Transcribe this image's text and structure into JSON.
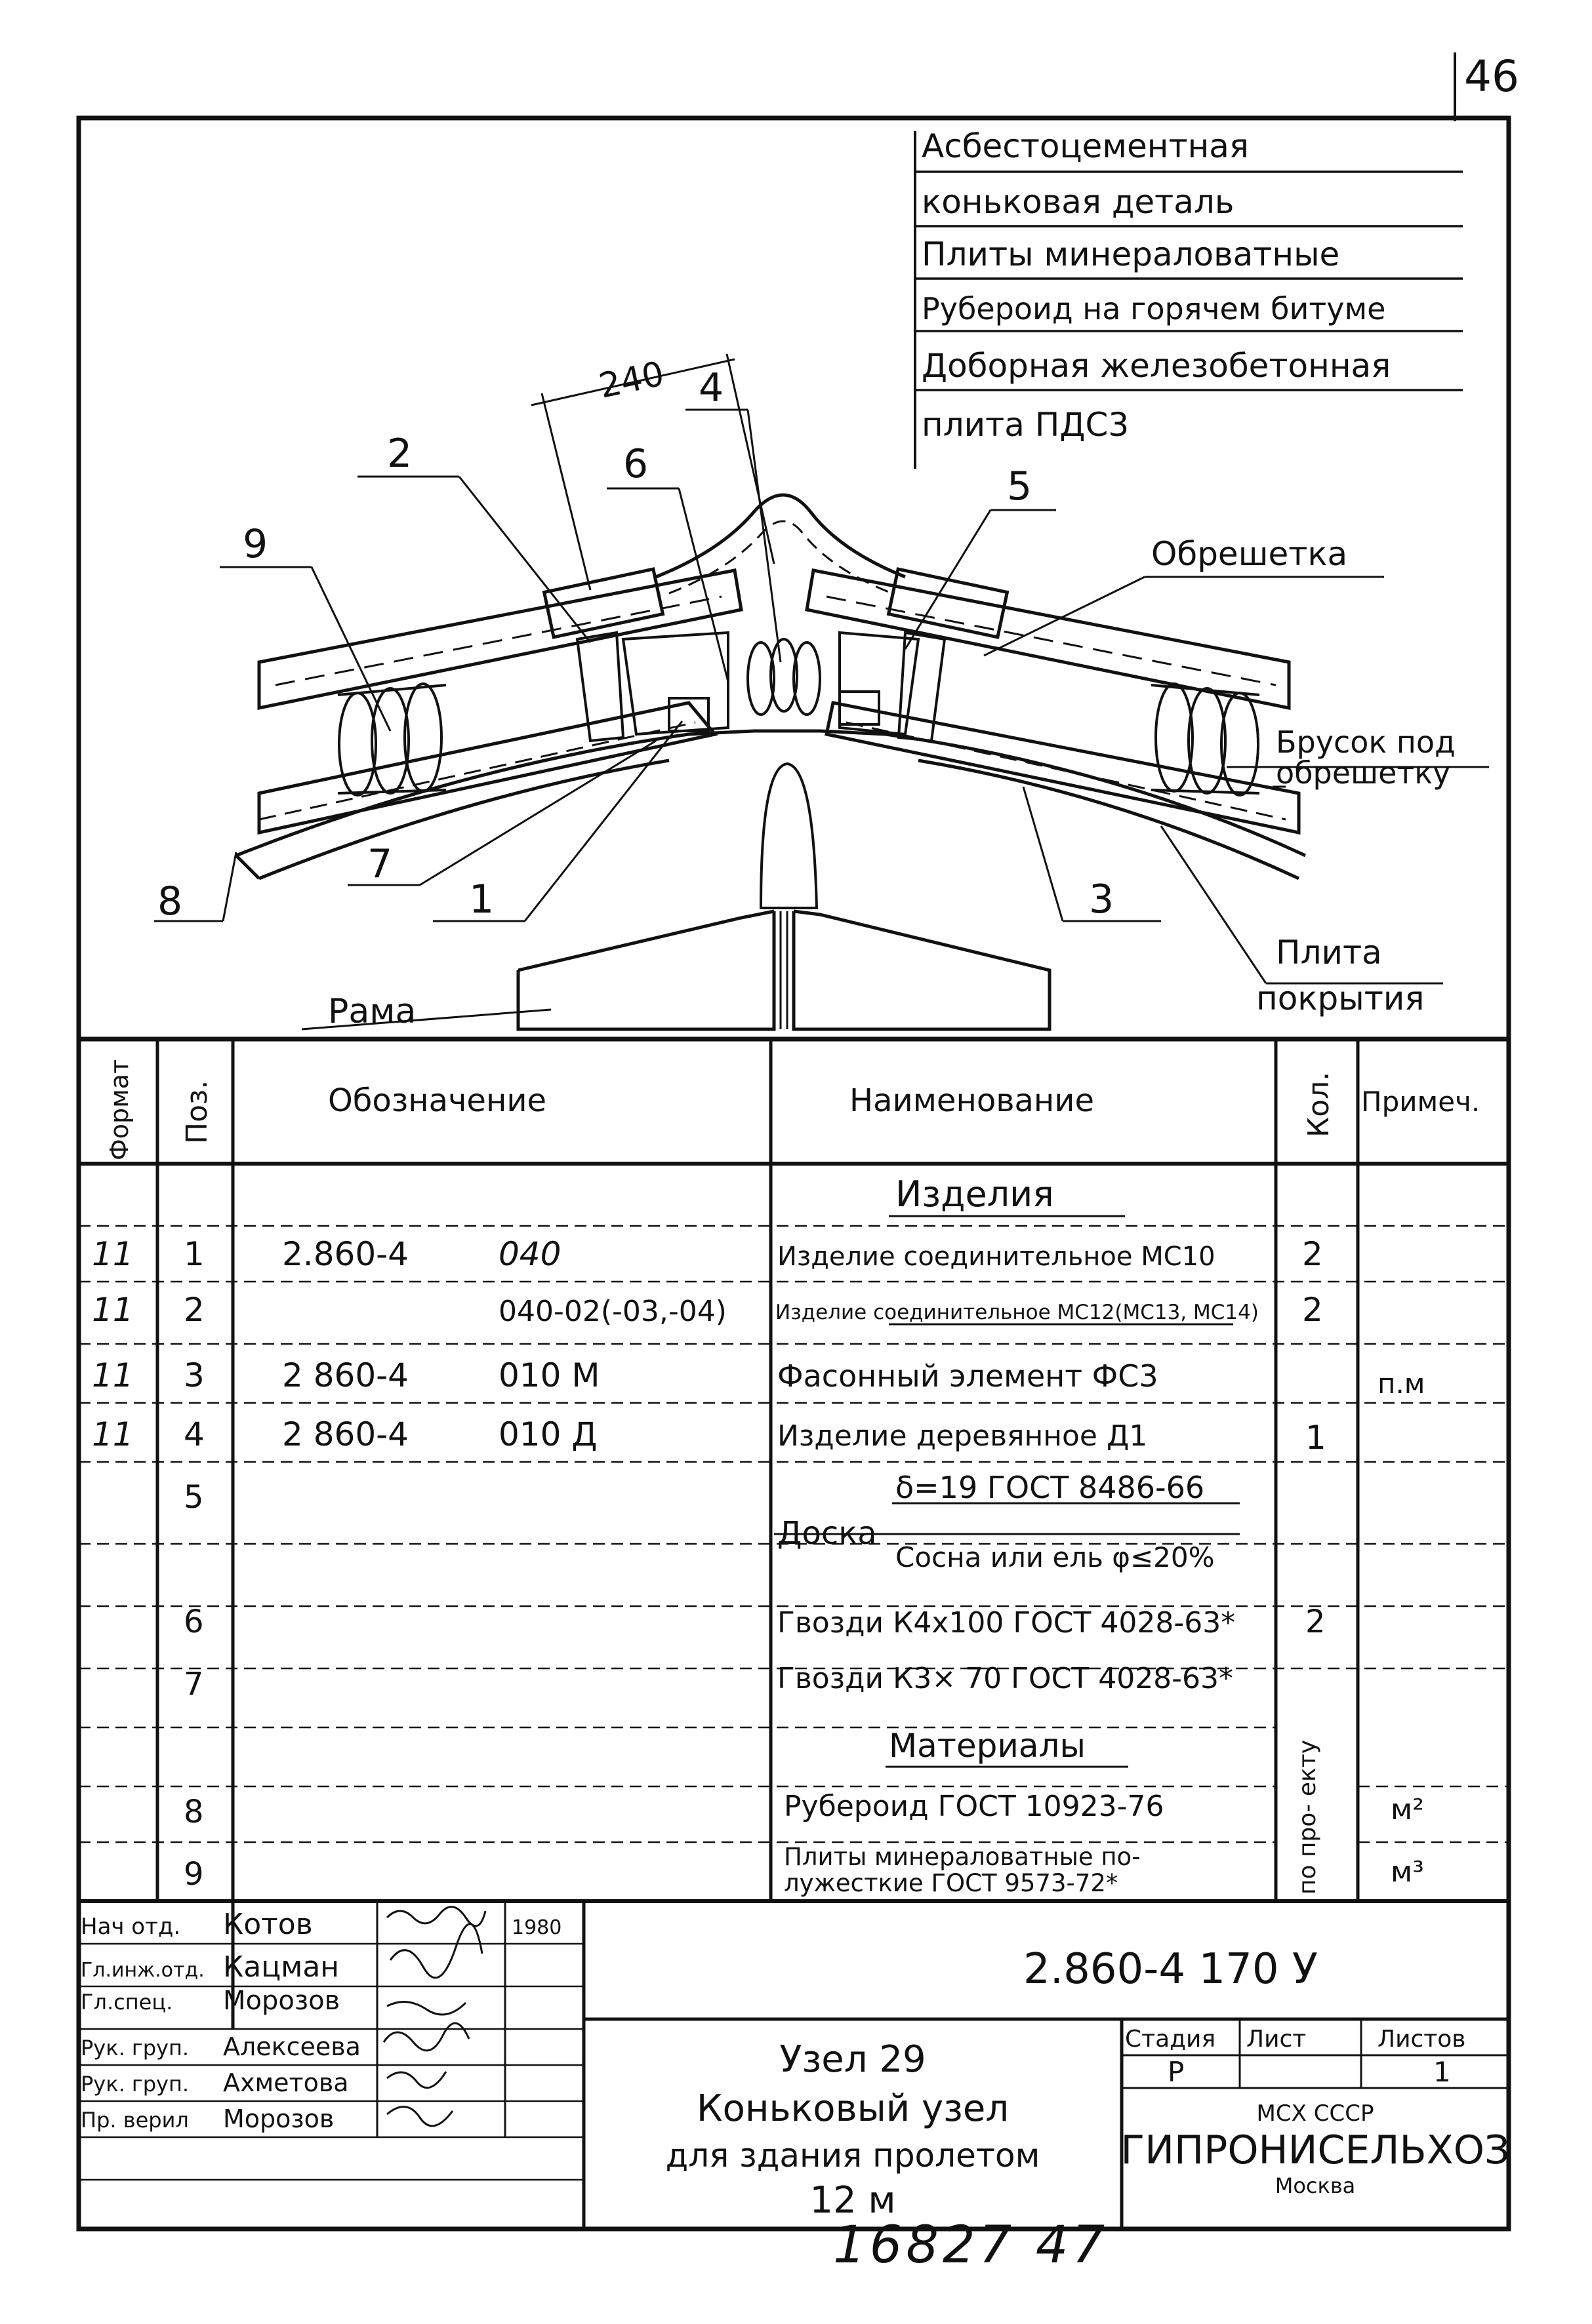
{
  "sheet_number": "46",
  "bottom_code": "16827  47",
  "drawing": {
    "legend": [
      "Асбестоцементная",
      "коньковая деталь",
      "Плиты минераловатные",
      "Рубероид на горячем битуме",
      "Доборная железобетонная",
      "плита ПДС3"
    ],
    "dimension_240": "240",
    "callouts": {
      "c1": "1",
      "c2": "2",
      "c3": "3",
      "c4": "4",
      "c5": "5",
      "c6": "6",
      "c7": "7",
      "c8": "8",
      "c9": "9"
    },
    "label_obreshetka": "Обрешетка",
    "label_brusok_1": "Брусок под",
    "label_brusok_2": "обрешетку",
    "label_plita_1": "Плита",
    "label_plita_2": "покрытия",
    "label_rama": "Рама"
  },
  "spec_table": {
    "headers": {
      "format": "Формат",
      "pos": "Поз.",
      "designation": "Обозначение",
      "name": "Наименование",
      "qty": "Кол.",
      "note": "Примеч."
    },
    "section_products": "Изделия",
    "section_materials": "Материалы",
    "rows": [
      {
        "fmt": "11",
        "pos": "1",
        "des1": "2.860-4",
        "des2": "040",
        "name": "Изделие соединительное МС10",
        "qty": "2",
        "note": ""
      },
      {
        "fmt": "11",
        "pos": "2",
        "des1": "",
        "des2": "040-02(-03,-04)",
        "name": "Изделие соединительное МС12(МС13, МС14)",
        "qty": "2",
        "note": ""
      },
      {
        "fmt": "11",
        "pos": "3",
        "des1": "2 860-4",
        "des2": "010 М",
        "name": "Фасонный элемент ФС3",
        "qty": "",
        "note": "п.м"
      },
      {
        "fmt": "11",
        "pos": "4",
        "des1": "2 860-4",
        "des2": "010 Д",
        "name": "Изделие деревянное Д1",
        "qty": "1",
        "note": ""
      }
    ],
    "row5": {
      "pos": "5",
      "name_a": "Доска",
      "name_b": "δ=19 ГОСТ 8486-66",
      "name_c": "Сосна или ель φ≤20%"
    },
    "row6": {
      "pos": "6",
      "name": "Гвозди К4х100 ГОСТ 4028-63*",
      "qty": "2"
    },
    "row7": {
      "pos": "7",
      "name": "Гвозди К3× 70 ГОСТ 4028-63*"
    },
    "row8": {
      "pos": "8",
      "name": "Рубероид ГОСТ 10923-76",
      "note": "м²"
    },
    "row9": {
      "pos": "9",
      "name_1": "Плиты минераловатные по-",
      "name_2": "лужесткие ГОСТ 9573-72*",
      "note": "м³"
    },
    "qty_merged": "по про- екту"
  },
  "title_block": {
    "roles": [
      "Нач отд.",
      "Гл.инж.отд.",
      "Гл.спец.",
      "Рук. груп.",
      "Рук. груп.",
      "Пр. верил"
    ],
    "names": [
      "Котов",
      "Кацман",
      "Морозов",
      "Алексеева",
      "Ахметова",
      "Морозов"
    ],
    "year": "1980",
    "code": "2.860-4  170 У",
    "title_1": "Узел 29",
    "title_2": "Коньковый узел",
    "title_3": "для здания пролетом",
    "title_4": "12 м",
    "stage_label": "Стадия",
    "sheet_label": "Лист",
    "sheets_label": "Листов",
    "stage": "Р",
    "sheets": "1",
    "org_1": "МСХ СССР",
    "org_2": "ГИПРОНИСЕЛЬХОЗ",
    "org_3": "Москва"
  }
}
